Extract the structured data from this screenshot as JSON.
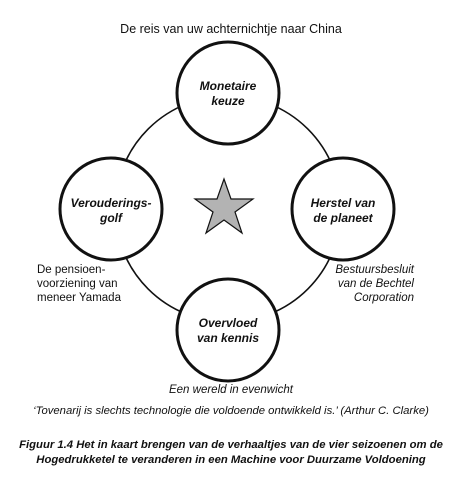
{
  "diagram": {
    "top_label": "De reis van uw achternichtje naar China",
    "nodes": {
      "top": [
        "Monetaire",
        "keuze"
      ],
      "left": [
        "Verouderings-",
        "golf"
      ],
      "right": [
        "Herstel van",
        "de planeet"
      ],
      "bottom": [
        "Overvloed",
        "van kennis"
      ]
    },
    "side_left": [
      "De pensioen-",
      "voorziening van",
      "meneer Yamada"
    ],
    "side_right": [
      "Bestuursbesluit",
      "van de Bechtel",
      "Corporation"
    ],
    "bottom_label": "Een wereld in evenwicht",
    "quote": "‘Tovenarij is slechts technologie die voldoende ontwikkeld is.’ (Arthur C. Clarke)",
    "star_color": "#b3b3b3"
  },
  "caption": {
    "line1": "Figuur 1.4  Het in kaart brengen van de verhaaltjes van de vier seizoenen om de",
    "line2": "Hogedrukketel te veranderen in een Machine voor Duurzame Voldoening"
  }
}
